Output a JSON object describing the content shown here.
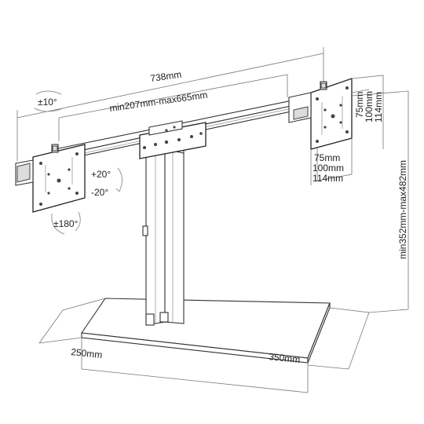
{
  "dimensions": {
    "total_width": "738mm",
    "arm_range": "min207mm-max665mm",
    "tilt": "±10°",
    "swivel_up": "+20°",
    "swivel_down": "-20°",
    "rotate": "±180°",
    "vesa_h_75": "75mm",
    "vesa_h_100": "100mm",
    "vesa_h_114": "114mm",
    "vesa_v_75": "75mm",
    "vesa_v_100": "100mm",
    "vesa_v_114": "114mm",
    "height_range": "min352mm-max482mm",
    "base_depth": "250mm",
    "base_width": "350mm"
  }
}
